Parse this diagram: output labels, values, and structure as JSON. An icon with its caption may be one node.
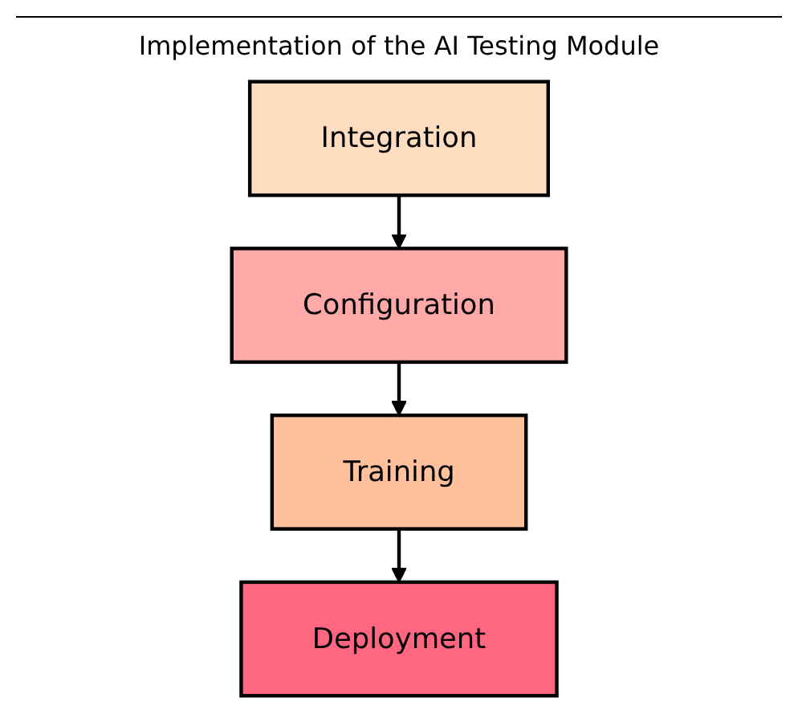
{
  "diagram": {
    "title": "Implementation of the AI Testing Module",
    "nodes": [
      {
        "text": [
          "Integration"
        ]
      },
      {
        "text": [
          "Configuration"
        ]
      },
      {
        "text": [
          "Training"
        ]
      },
      {
        "text": [
          "Deployment"
        ]
      }
    ],
    "edges": [
      {
        "from": 0,
        "to": 1,
        "arrow": "to"
      },
      {
        "from": 1,
        "to": 2,
        "arrow": "to"
      },
      {
        "from": 2,
        "to": 3,
        "arrow": "to"
      }
    ]
  }
}
